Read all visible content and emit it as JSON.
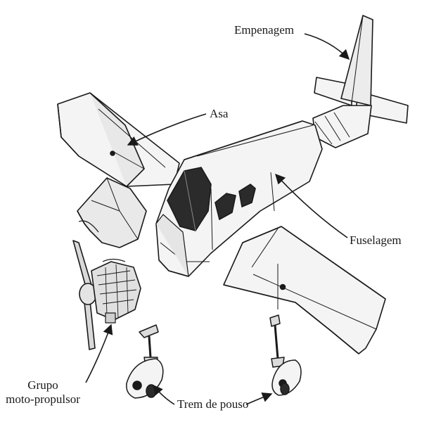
{
  "labels": {
    "empenagem": "Empenagem",
    "asa": "Asa",
    "fuselagem": "Fuselagem",
    "grupo_line1": "Grupo",
    "grupo_line2": "moto-propulsor",
    "trem": "Trem de pouso"
  },
  "colors": {
    "ink": "#1a1a1a",
    "fill": "#f4f4f4",
    "shade": "#cfcfcf",
    "window": "#2b2b2b"
  }
}
